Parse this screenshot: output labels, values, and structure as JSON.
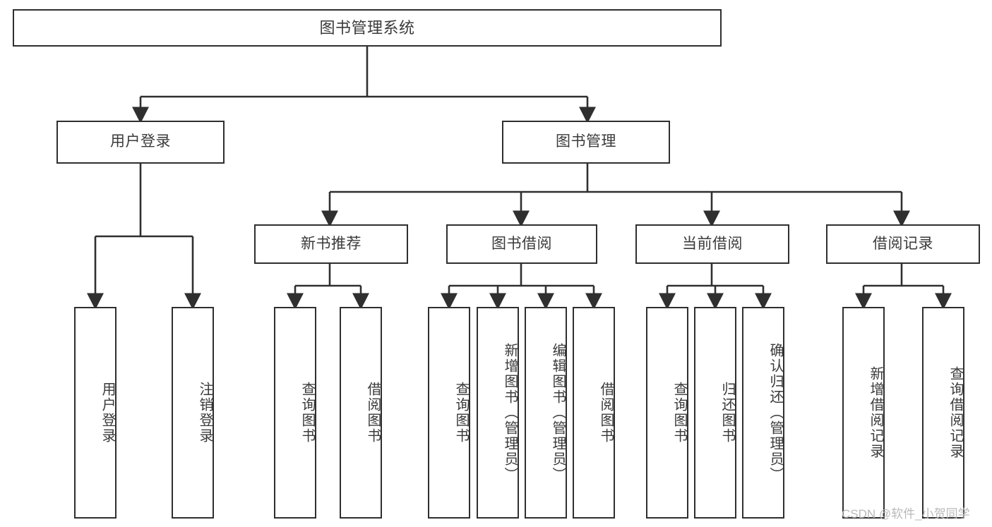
{
  "diagram": {
    "title": "图书管理系统",
    "type": "hierarchy-tree",
    "watermark": "CSDN @软件_小贺同学",
    "colors": {
      "stroke": "#2f2f2f",
      "text": "#3a3a3a",
      "background": "#ffffff",
      "watermark": "#b9b9b9"
    },
    "nodes": {
      "root": {
        "label": "图书管理系统",
        "level": 1
      },
      "level2": [
        {
          "id": "user-login",
          "label": "用户登录"
        },
        {
          "id": "book-manage",
          "label": "图书管理"
        }
      ],
      "level3": [
        {
          "id": "new-book-recommend",
          "label": "新书推荐"
        },
        {
          "id": "book-borrow",
          "label": "图书借阅"
        },
        {
          "id": "current-borrow",
          "label": "当前借阅"
        },
        {
          "id": "borrow-record",
          "label": "借阅记录"
        }
      ],
      "leaves": {
        "user-login": [
          {
            "id": "leaf-user-login",
            "label": "用户登录"
          },
          {
            "id": "leaf-logout-login",
            "label": "注销登录"
          }
        ],
        "new-book-recommend": [
          {
            "id": "leaf-query-book-1",
            "label": "查询图书"
          },
          {
            "id": "leaf-borrow-book-1",
            "label": "借阅图书"
          }
        ],
        "book-borrow": [
          {
            "id": "leaf-query-book-2",
            "label": "查询图书"
          },
          {
            "id": "leaf-add-book",
            "label": "新增图书（管理员）"
          },
          {
            "id": "leaf-edit-book",
            "label": "编辑图书（管理员）"
          },
          {
            "id": "leaf-borrow-book-2",
            "label": "借阅图书"
          }
        ],
        "current-borrow": [
          {
            "id": "leaf-query-book-3",
            "label": "查询图书"
          },
          {
            "id": "leaf-return-book",
            "label": "归还图书"
          },
          {
            "id": "leaf-confirm-return",
            "label": "确认归还（管理员）"
          }
        ],
        "borrow-record": [
          {
            "id": "leaf-add-record",
            "label": "新增借阅记录"
          },
          {
            "id": "leaf-query-record",
            "label": "查询借阅记录"
          }
        ]
      }
    }
  }
}
